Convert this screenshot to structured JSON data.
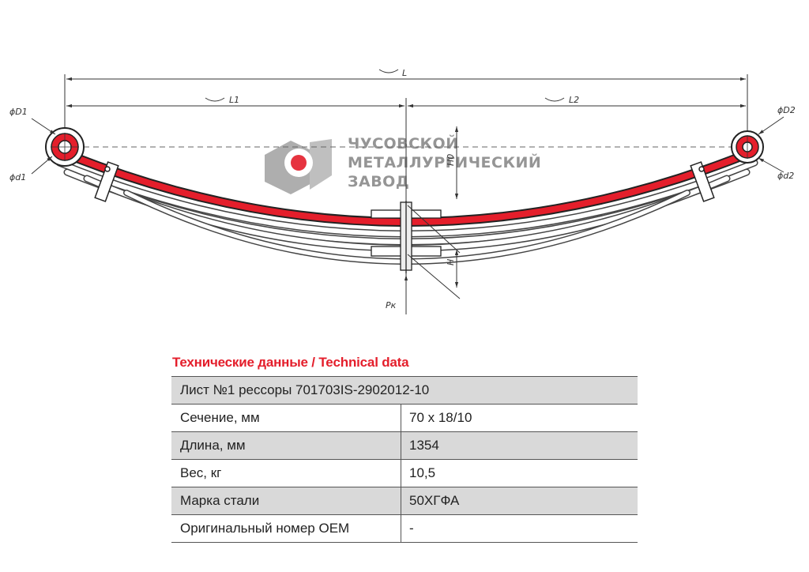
{
  "drawing": {
    "labels": {
      "L": "L",
      "L1": "L1",
      "L2": "L2",
      "D1": "ϕD1",
      "d1": "ϕd1",
      "D2": "ϕD2",
      "d2": "ϕd2",
      "H": "H",
      "H0": "H0",
      "Pk": "Pк"
    }
  },
  "logo": {
    "line1": "ЧУСОВСКОЙ",
    "line2": "МЕТАЛЛУРГИЧЕСКИЙ",
    "line3": "ЗАВОД",
    "colors": {
      "gray": "#9b9b9b",
      "red": "#e41e2b"
    }
  },
  "specs": {
    "title": "Технические данные / Technical data",
    "header": "Лист №1 рессоры 701703IS-2902012-10",
    "rows": [
      {
        "label": "Сечение, мм",
        "value": "70 х 18/10"
      },
      {
        "label": "Длина, мм",
        "value": "1354"
      },
      {
        "label": "Вес, кг",
        "value": "10,5"
      },
      {
        "label": "Марка стали",
        "value": "50ХГФА"
      },
      {
        "label": "Оригинальный номер OEM",
        "value": "-"
      }
    ]
  },
  "colors": {
    "accent": "#e41e2b",
    "row_shade": "#d9d9d9"
  }
}
